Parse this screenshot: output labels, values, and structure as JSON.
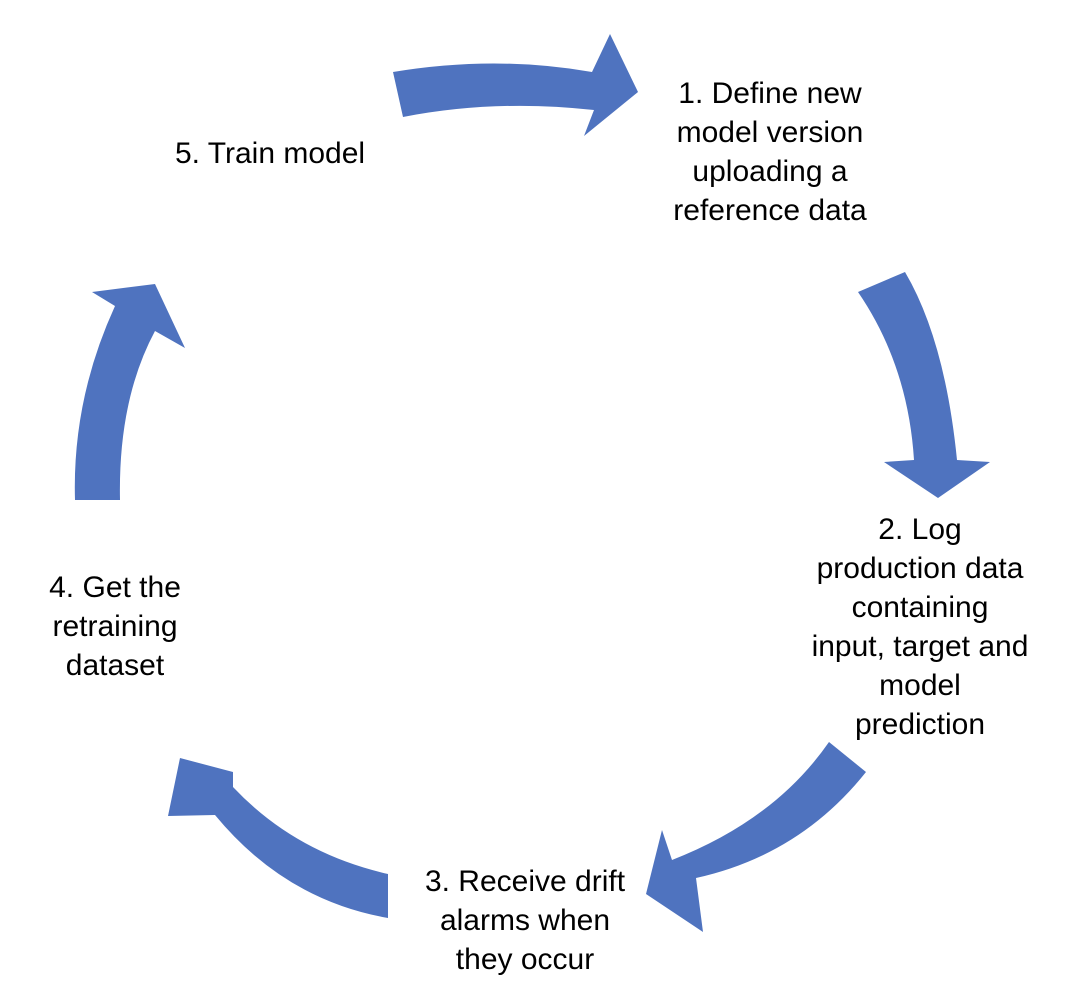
{
  "diagram": {
    "type": "cycle",
    "arrow_color": "#4F73BF",
    "steps": [
      {
        "id": "step-1",
        "label": "1. Define new\nmodel version\nuploading a\nreference data"
      },
      {
        "id": "step-2",
        "label": "2. Log\nproduction data\ncontaining\ninput, target and\nmodel\nprediction"
      },
      {
        "id": "step-3",
        "label": "3. Receive drift\nalarms when\nthey occur"
      },
      {
        "id": "step-4",
        "label": "4. Get the\nretraining\ndataset"
      },
      {
        "id": "step-5",
        "label": "5. Train model"
      }
    ]
  }
}
